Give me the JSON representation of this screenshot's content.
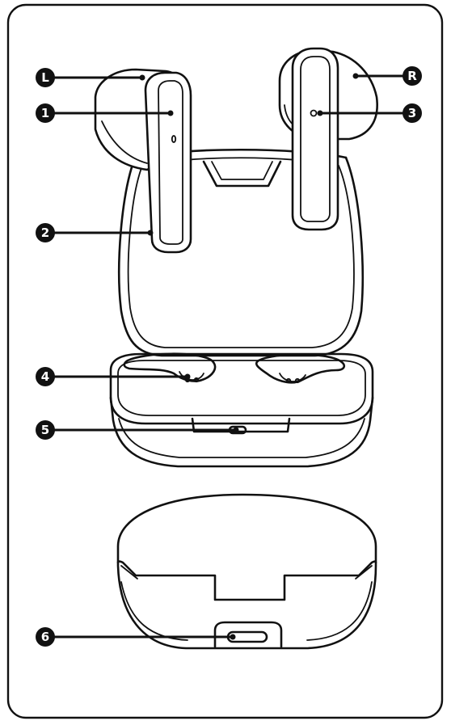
{
  "callouts": {
    "left": "L",
    "right": "R",
    "c1": "1",
    "c2": "2",
    "c3": "3",
    "c4": "4",
    "c5": "5",
    "c6": "6"
  },
  "colors": {
    "line": "#111111",
    "background": "#ffffff"
  }
}
